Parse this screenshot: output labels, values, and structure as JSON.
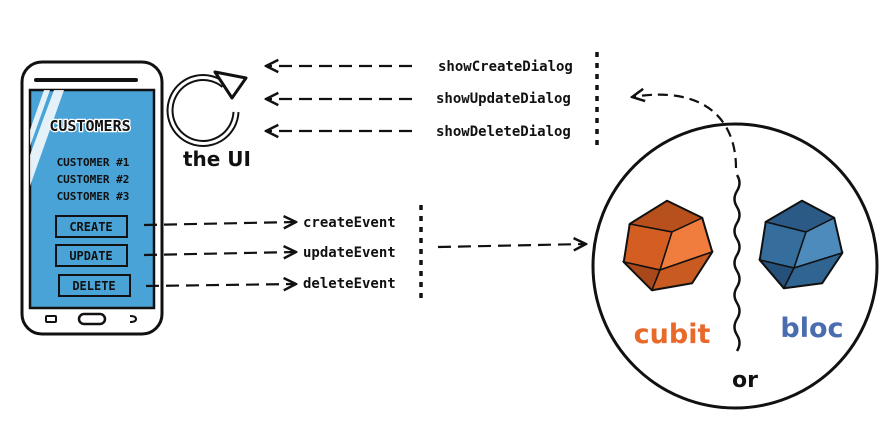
{
  "phone": {
    "title": "CUSTOMERS",
    "customers": [
      "CUSTOMER #1",
      "CUSTOMER #2",
      "CUSTOMER #3"
    ],
    "buttons": [
      "CREATE",
      "UPDATE",
      "DELETE"
    ]
  },
  "ui_label": "the UI",
  "dialogs": [
    "showCreateDialog",
    "showUpdateDialog",
    "showDeleteDialog"
  ],
  "events": [
    "createEvent",
    "updateEvent",
    "deleteEvent"
  ],
  "state": {
    "cubit_label": "cubit",
    "bloc_label": "bloc",
    "or_label": "or"
  },
  "colors": {
    "phone_screen": "#4aa3d6",
    "cubit": "#e8692a",
    "bloc": "#3b76a8",
    "bloc_label": "#4a6db0",
    "ink": "#111111"
  }
}
